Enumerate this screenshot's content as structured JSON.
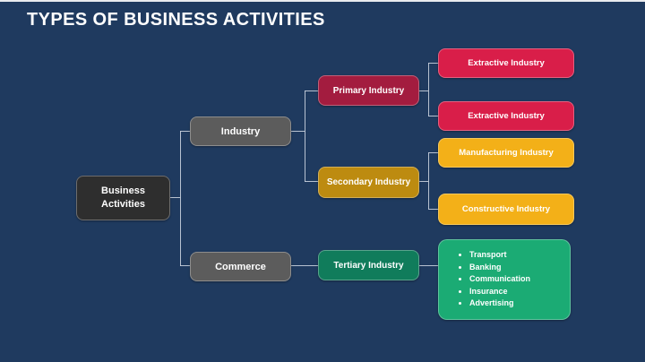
{
  "slide": {
    "title": "TYPES OF BUSINESS ACTIVITIES"
  },
  "colors": {
    "background": "#1F3A5F",
    "connector": "#C9D2DE",
    "root_fill": "#2E2E2E",
    "gray_fill": "#5C5C5C",
    "crimson_dark": "#A31C3F",
    "crimson": "#D91E49",
    "gold_dark": "#BD8B10",
    "gold": "#F3B018",
    "green_dark": "#107C5B",
    "green": "#1BAB74",
    "text": "#FFFFFF"
  },
  "nodes": {
    "business": {
      "label": "Business Activities"
    },
    "industry": {
      "label": "Industry"
    },
    "commerce": {
      "label": "Commerce"
    },
    "primary": {
      "label": "Primary Industry"
    },
    "secondary": {
      "label": "Secondary Industry"
    },
    "tertiary": {
      "label": "Tertiary Industry"
    },
    "extractive1": {
      "label": "Extractive Industry"
    },
    "extractive2": {
      "label": "Extractive Industry"
    },
    "manufacturing": {
      "label": "Manufacturing Industry"
    },
    "constructive": {
      "label": "Constructive Industry"
    }
  },
  "tertiary_services": {
    "items": [
      "Transport",
      "Banking",
      "Communication",
      "Insurance",
      "Advertising"
    ]
  }
}
